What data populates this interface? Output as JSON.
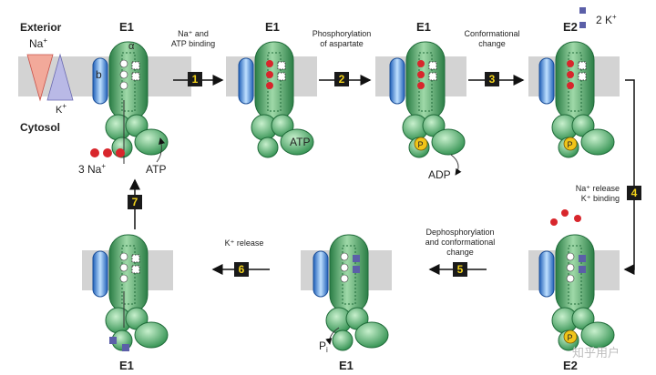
{
  "labels": {
    "exterior": "Exterior",
    "cytosol": "Cytosol",
    "na_plus": "Na",
    "k_plus": "K",
    "sup_plus": "+",
    "three_na": "3 Na",
    "two_k": "2 K",
    "atp": "ATP",
    "adp": "ADP",
    "pi_p": "P",
    "pi_sub": "i",
    "p_letter": "P",
    "b_letter": "b",
    "alpha_letter": "α"
  },
  "states": {
    "s1": "E1",
    "s2": "E1",
    "s3": "E1",
    "s4": "E2",
    "s5": "E2",
    "s6": "E1",
    "s7": "E1"
  },
  "steps": [
    {
      "num": "1",
      "line1": "Na⁺ and",
      "line2": "ATP binding"
    },
    {
      "num": "2",
      "line1": "Phosphorylation",
      "line2": "of aspartate"
    },
    {
      "num": "3",
      "line1": "Conformational",
      "line2": "change"
    },
    {
      "num": "4",
      "line1": "Na⁺ release",
      "line2": "K⁺ binding"
    },
    {
      "num": "5",
      "line1": "Dephosphorylation",
      "line2": "and conformational",
      "line3": "change"
    },
    {
      "num": "6",
      "line1": "K⁺ release"
    },
    {
      "num": "7"
    }
  ],
  "watermark": "知乎用户",
  "colors": {
    "membrane": "#d3d3d3",
    "alpha_green": "#2f8f4e",
    "beta_blue": "#3a7bd5",
    "sodium": "#d8262c",
    "potassium": "#5b5fa8",
    "phosphate": "#f0c419",
    "step_box": "#1a1a1a",
    "step_text": "#f2d21b"
  }
}
